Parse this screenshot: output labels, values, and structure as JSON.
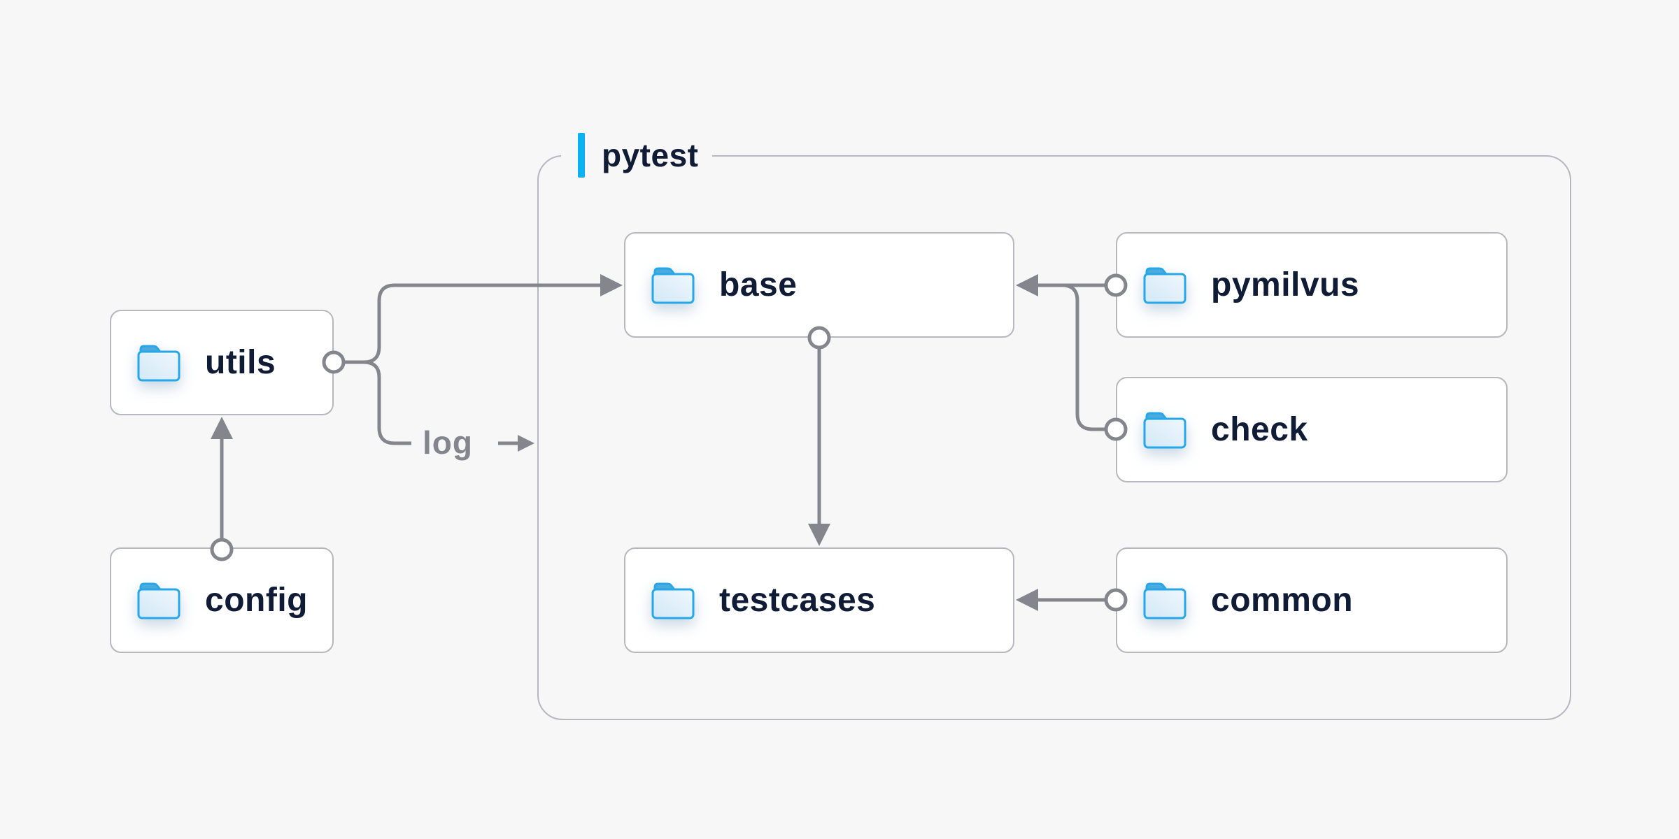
{
  "container": {
    "label": "pytest"
  },
  "nodes": [
    {
      "id": "utils",
      "label": "utils"
    },
    {
      "id": "config",
      "label": "config"
    },
    {
      "id": "base",
      "label": "base"
    },
    {
      "id": "testcases",
      "label": "testcases"
    },
    {
      "id": "pymilvus",
      "label": "pymilvus"
    },
    {
      "id": "check",
      "label": "check"
    },
    {
      "id": "common",
      "label": "common"
    }
  ],
  "log": {
    "label": "log"
  },
  "edges": [
    {
      "from": "config",
      "to": "utils",
      "style": "circle-to-arrow"
    },
    {
      "from": "utils",
      "to": "base",
      "style": "circle-to-arrow"
    },
    {
      "from": "utils",
      "to": "log",
      "style": "circle-to-label-arrow"
    },
    {
      "from": "base",
      "to": "testcases",
      "style": "circle-to-arrow"
    },
    {
      "from": "pymilvus",
      "to": "base",
      "style": "circle-to-arrow"
    },
    {
      "from": "check",
      "to": "base",
      "style": "circle-to-arrow-merged"
    },
    {
      "from": "common",
      "to": "testcases",
      "style": "circle-to-arrow"
    }
  ],
  "colors": {
    "background": "#f7f7f8",
    "node_fill": "#ffffff",
    "node_border": "#b6b7bf",
    "container_border": "#b6b7bf",
    "connector": "#85858e",
    "label_text": "#101b35",
    "log_text": "#85858e",
    "accent_bar": "#0db0f0",
    "folder_stroke": "#25a7e8",
    "folder_tab": "#4caade",
    "folder_body_light": "#eff7fd",
    "folder_body_shade": "#d2e8f6"
  }
}
